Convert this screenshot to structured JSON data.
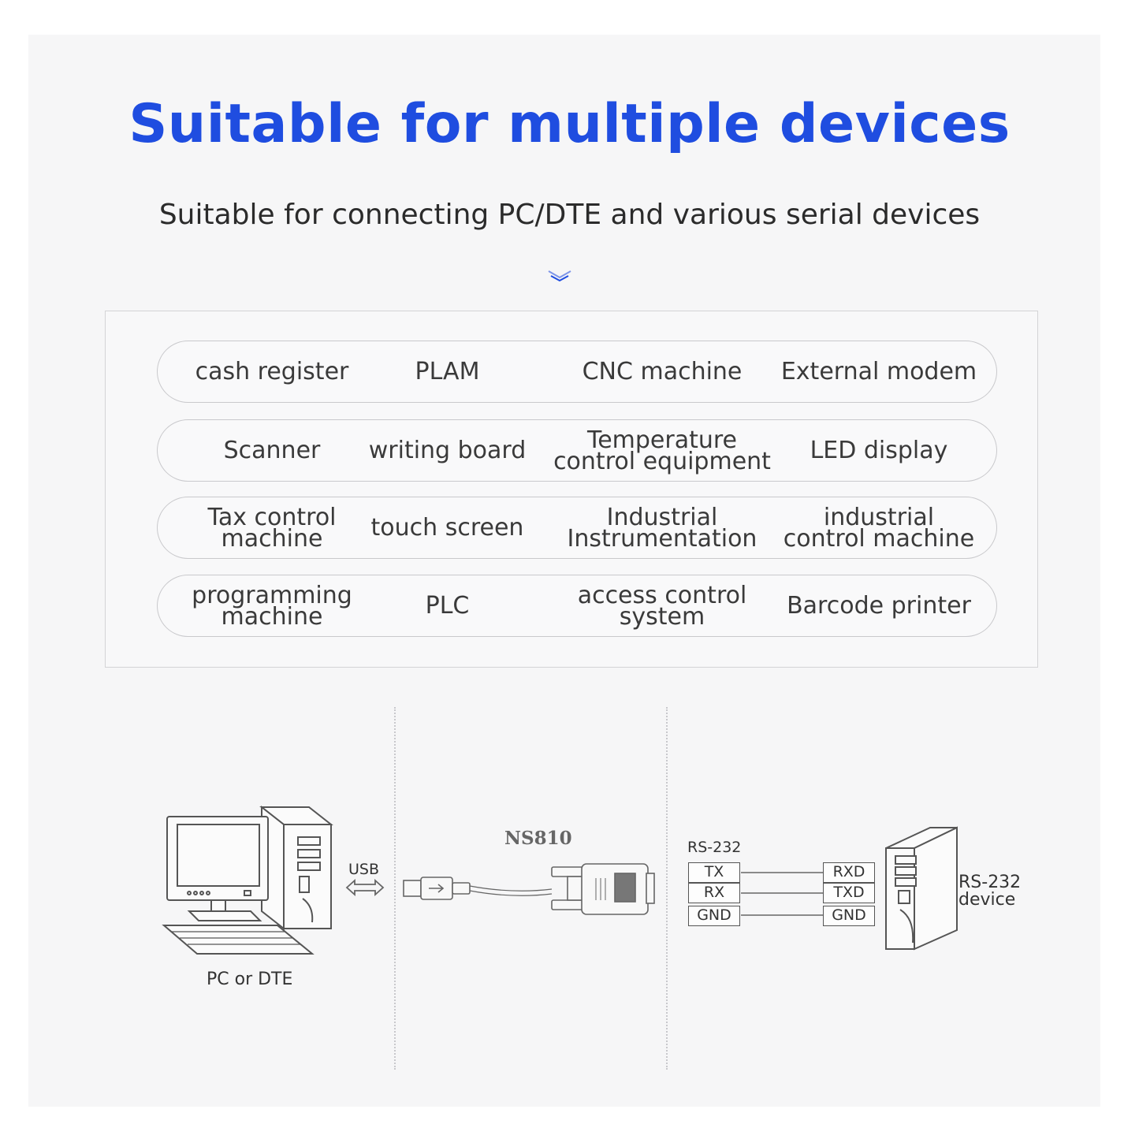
{
  "title": "Suitable for multiple devices",
  "subtitle": "Suitable for connecting PC/DTE and various serial devices",
  "device_rows": [
    [
      "cash register",
      "PLAM",
      "CNC machine",
      "External modem"
    ],
    [
      "Scanner",
      "writing board",
      "Temperature\ncontrol equipment",
      "LED display"
    ],
    [
      "Tax control\nmachine",
      "touch screen",
      "Industrial\nInstrumentation",
      "industrial\ncontrol machine"
    ],
    [
      "programming\nmachine",
      "PLC",
      "access control\nsystem",
      "Barcode printer"
    ]
  ],
  "diagram": {
    "pc_label": "PC or DTE",
    "usb_label": "USB",
    "product_name": "NS810",
    "rs232_label": "RS-232",
    "left_pins": [
      "TX",
      "RX",
      "GND"
    ],
    "right_pins": [
      "RXD",
      "TXD",
      "GND"
    ],
    "device_label": "RS-232\ndevice"
  },
  "colors": {
    "title": "#1f4de0",
    "panel": "#f6f6f7",
    "outline": "#555555"
  }
}
